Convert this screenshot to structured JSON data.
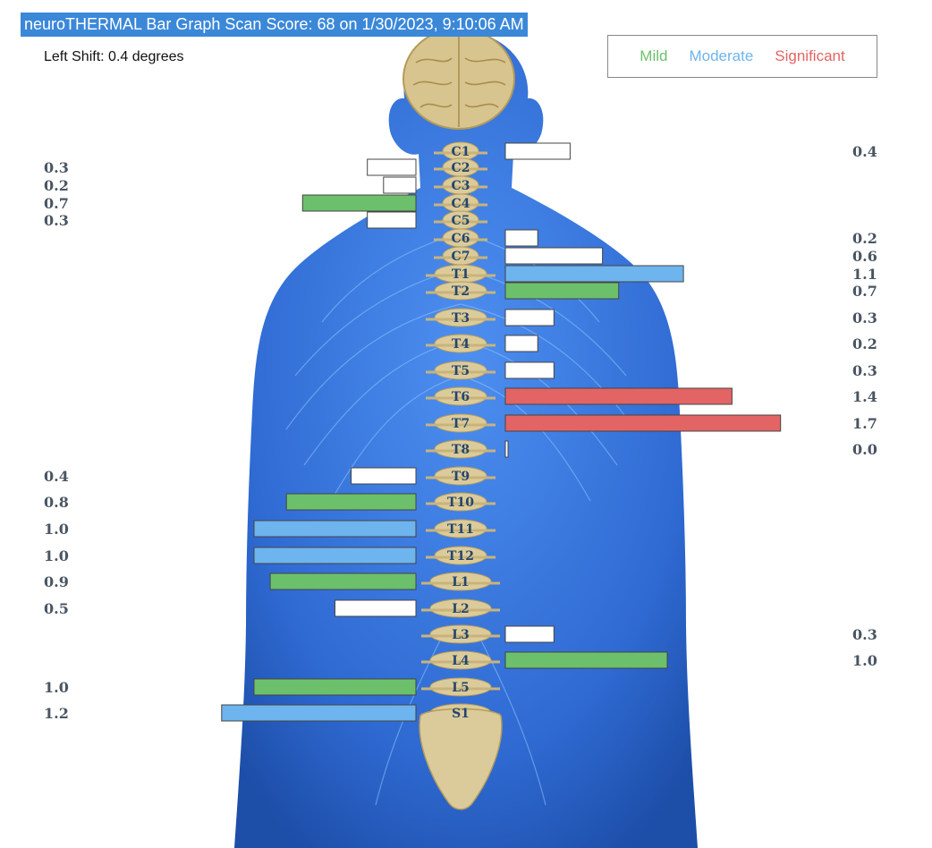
{
  "header": {
    "title": "neuroTHERMAL Bar Graph Scan Score: 68 on 1/30/2023, 9:10:06 AM",
    "shift_label": "Left Shift: 0.4 degrees"
  },
  "legend": [
    {
      "label": "Mild",
      "color": "#6cc06c"
    },
    {
      "label": "Moderate",
      "color": "#6eb4ee"
    },
    {
      "label": "Significant",
      "color": "#e36464"
    }
  ],
  "colors": {
    "none": "#ffffff",
    "mild": "#6cc06c",
    "moderate": "#6eb4ee",
    "significant": "#e36464",
    "body": "#2d6fd6",
    "spine": "#dccb9a"
  },
  "chart_data": {
    "type": "bar",
    "orientation": "horizontal-diverging",
    "categories": [
      "C1",
      "C2",
      "C3",
      "C4",
      "C5",
      "C6",
      "C7",
      "T1",
      "T2",
      "T3",
      "T4",
      "T5",
      "T6",
      "T7",
      "T8",
      "T9",
      "T10",
      "T11",
      "T12",
      "L1",
      "L2",
      "L3",
      "L4",
      "L5",
      "S1"
    ],
    "series": [
      {
        "name": "left",
        "values": [
          null,
          0.3,
          0.2,
          0.7,
          0.3,
          null,
          null,
          null,
          null,
          null,
          null,
          null,
          null,
          null,
          null,
          0.4,
          0.8,
          1.0,
          1.0,
          0.9,
          0.5,
          null,
          null,
          1.0,
          1.2
        ],
        "levels": [
          null,
          "none",
          "none",
          "mild",
          "none",
          null,
          null,
          null,
          null,
          null,
          null,
          null,
          null,
          null,
          null,
          "none",
          "mild",
          "moderate",
          "moderate",
          "mild",
          "none",
          null,
          null,
          "mild",
          "moderate"
        ]
      },
      {
        "name": "right",
        "values": [
          0.4,
          null,
          null,
          null,
          null,
          0.2,
          0.6,
          1.1,
          0.7,
          0.3,
          0.2,
          0.3,
          1.4,
          1.7,
          0.0,
          null,
          null,
          null,
          null,
          null,
          null,
          0.3,
          1.0,
          null,
          null
        ],
        "levels": [
          "none",
          null,
          null,
          null,
          null,
          "none",
          "none",
          "moderate",
          "mild",
          "none",
          "none",
          "none",
          "significant",
          "significant",
          "none",
          null,
          null,
          null,
          null,
          null,
          null,
          "none",
          "mild",
          null,
          null
        ]
      }
    ]
  }
}
